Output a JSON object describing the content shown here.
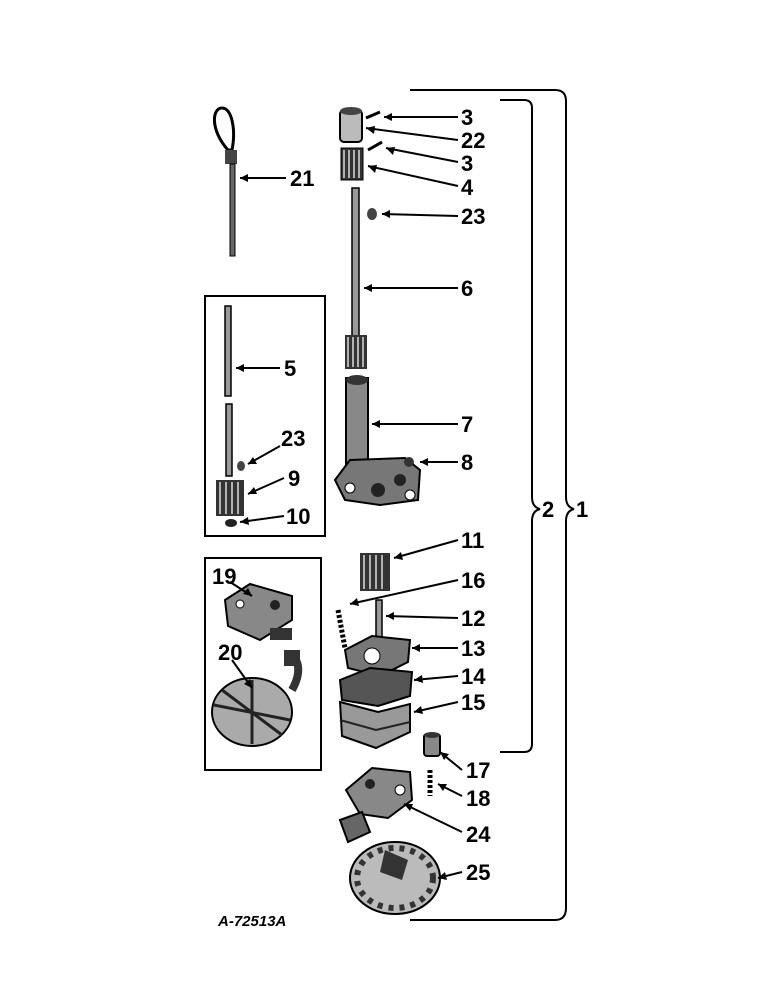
{
  "diagram": {
    "drawing_code": "A-72513A",
    "callouts": [
      {
        "id": "c3a",
        "text": "3"
      },
      {
        "id": "c22",
        "text": "22"
      },
      {
        "id": "c3b",
        "text": "3"
      },
      {
        "id": "c4",
        "text": "4"
      },
      {
        "id": "c23a",
        "text": "23"
      },
      {
        "id": "c21",
        "text": "21"
      },
      {
        "id": "c6",
        "text": "6"
      },
      {
        "id": "c5",
        "text": "5"
      },
      {
        "id": "c7",
        "text": "7"
      },
      {
        "id": "c23b",
        "text": "23"
      },
      {
        "id": "c8",
        "text": "8"
      },
      {
        "id": "c9",
        "text": "9"
      },
      {
        "id": "c10",
        "text": "10"
      },
      {
        "id": "c11",
        "text": "11"
      },
      {
        "id": "c19",
        "text": "19"
      },
      {
        "id": "c16",
        "text": "16"
      },
      {
        "id": "c12",
        "text": "12"
      },
      {
        "id": "c13",
        "text": "13"
      },
      {
        "id": "c20",
        "text": "20"
      },
      {
        "id": "c14",
        "text": "14"
      },
      {
        "id": "c15",
        "text": "15"
      },
      {
        "id": "c17",
        "text": "17"
      },
      {
        "id": "c18",
        "text": "18"
      },
      {
        "id": "c24",
        "text": "24"
      },
      {
        "id": "c25",
        "text": "25"
      },
      {
        "id": "c2",
        "text": "2"
      },
      {
        "id": "c1",
        "text": "1"
      }
    ]
  }
}
